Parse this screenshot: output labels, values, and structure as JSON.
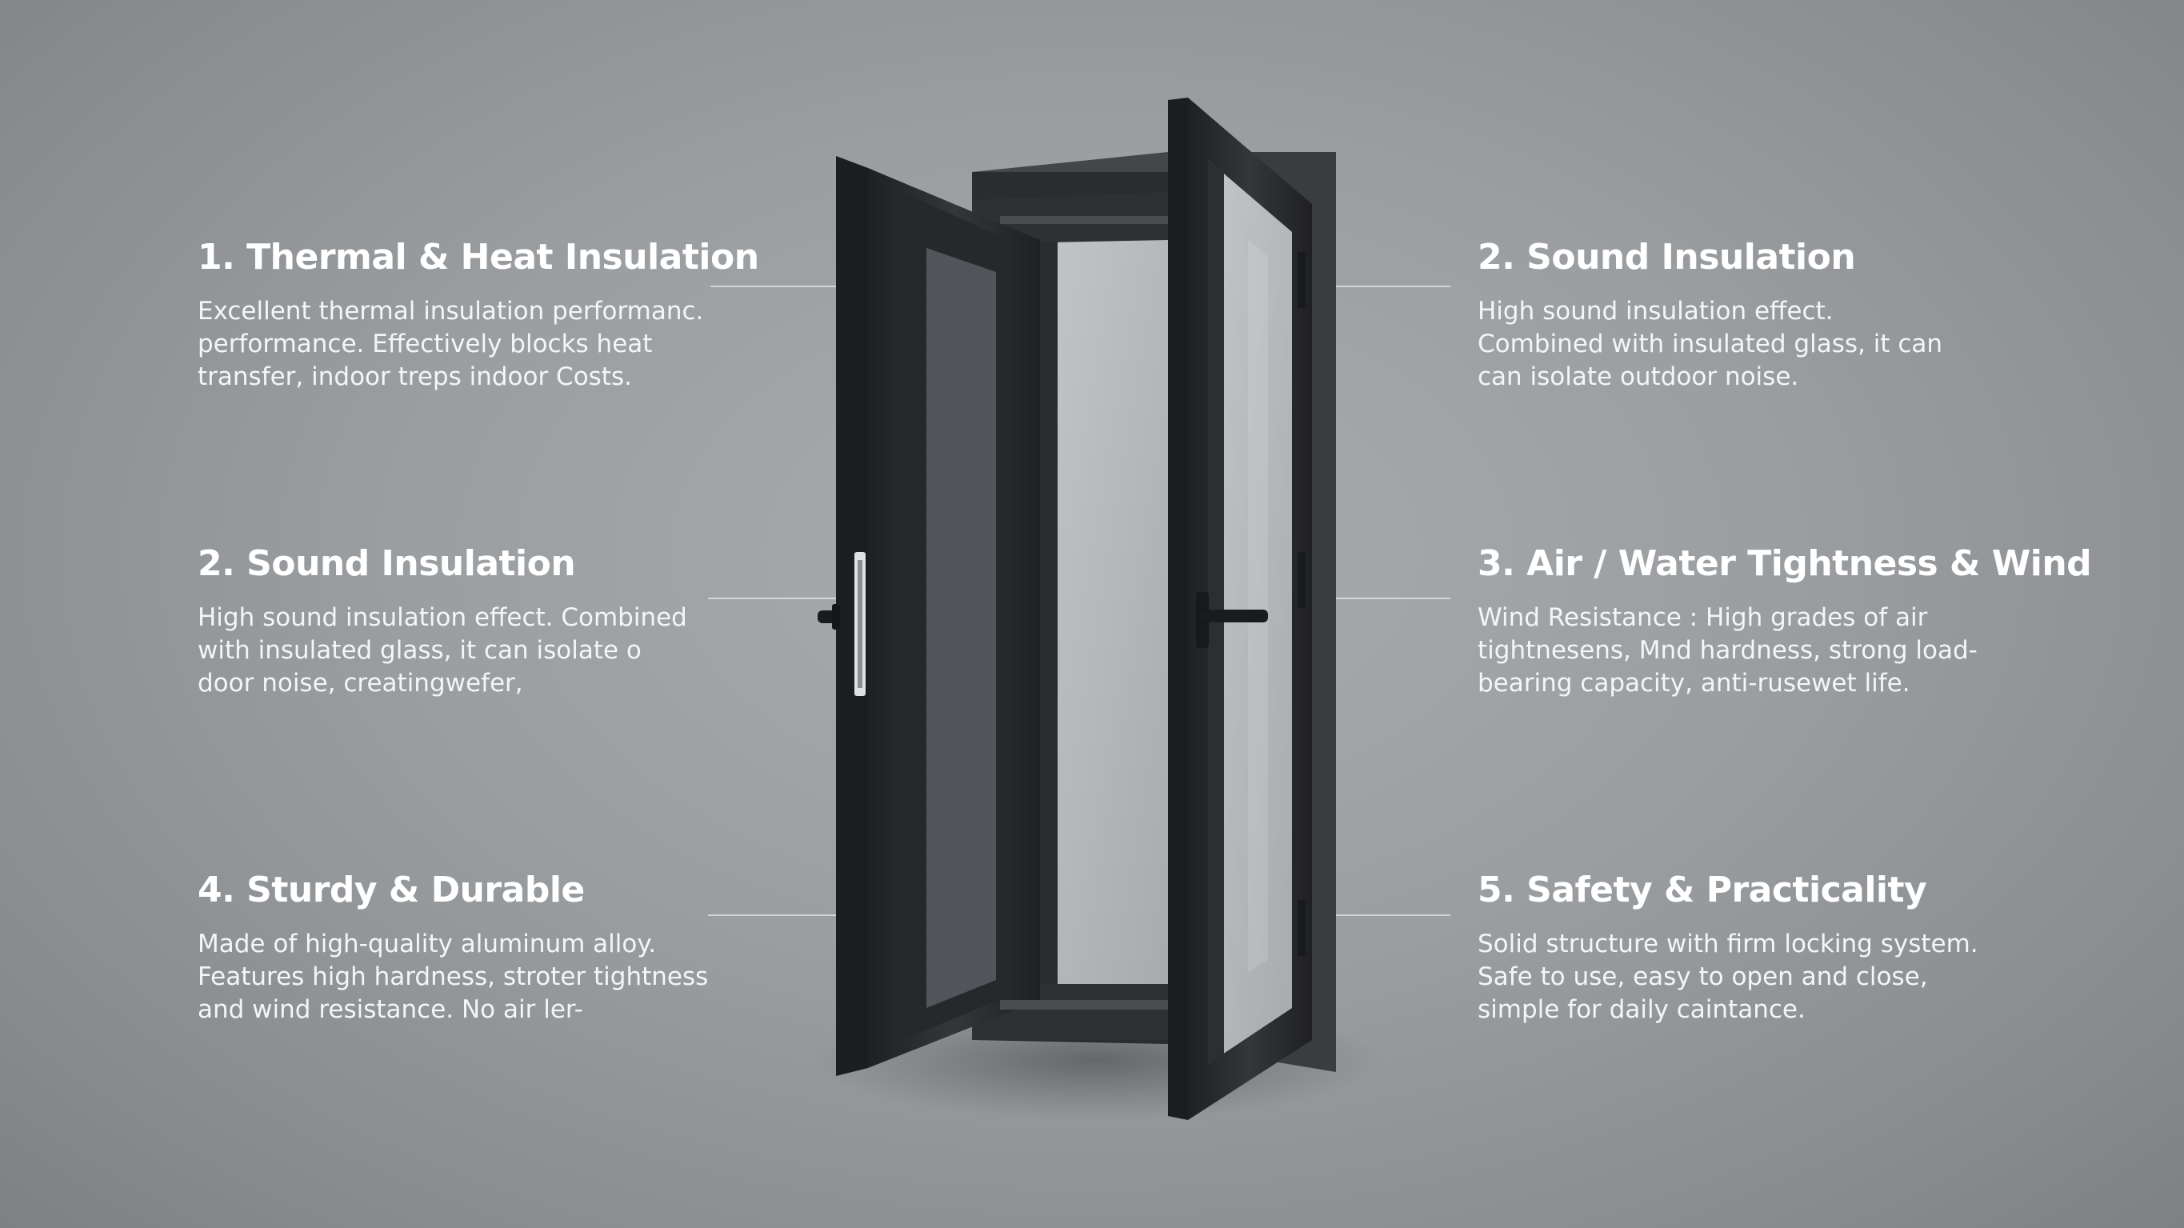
{
  "features": [
    {
      "title": "1. Thermal & Heat Insulation",
      "lines": [
        "Excellent thermal insulation performanc.",
        "performance. Effectively blocks heat",
        "transfer, indoor treps indoor Costs."
      ]
    },
    {
      "title": "2. Sound Insulation",
      "lines": [
        "High sound insulation effect.",
        "Combined with insulated glass, it can",
        "can isolate outdoor noise."
      ]
    },
    {
      "title": "2. Sound Insulation",
      "lines": [
        "High sound insulation effect. Combined",
        "with insulated glass, it can isolate o",
        "door noise, creatingwefer,"
      ]
    },
    {
      "title": "3. Air / Water Tightness & Wind",
      "lines": [
        "Wind Resistance : High grades of air",
        "tightnesens, Mnd hardness, strong load-",
        "bearing capacity, anti-rusewet life."
      ]
    },
    {
      "title": "4. Sturdy & Durable",
      "lines": [
        "Made of high-quality aluminum alloy.",
        "Features high hardness, stroter tightness",
        "and wind resistance. No air ler-"
      ]
    },
    {
      "title": "5. Safety & Practicality",
      "lines": [
        "Solid structure with firm locking system.",
        "Safe to use, easy to open and close,",
        "simple for daily caintance."
      ]
    }
  ],
  "colors": {
    "frame": "#2c2e31",
    "frame_dark": "#1c1d1f",
    "glass": "#b4b8bb",
    "screen_mesh": "#505357",
    "text": "#ffffff"
  },
  "icons": {
    "left_handle": "door-handle-icon",
    "right_handle": "door-handle-icon"
  }
}
